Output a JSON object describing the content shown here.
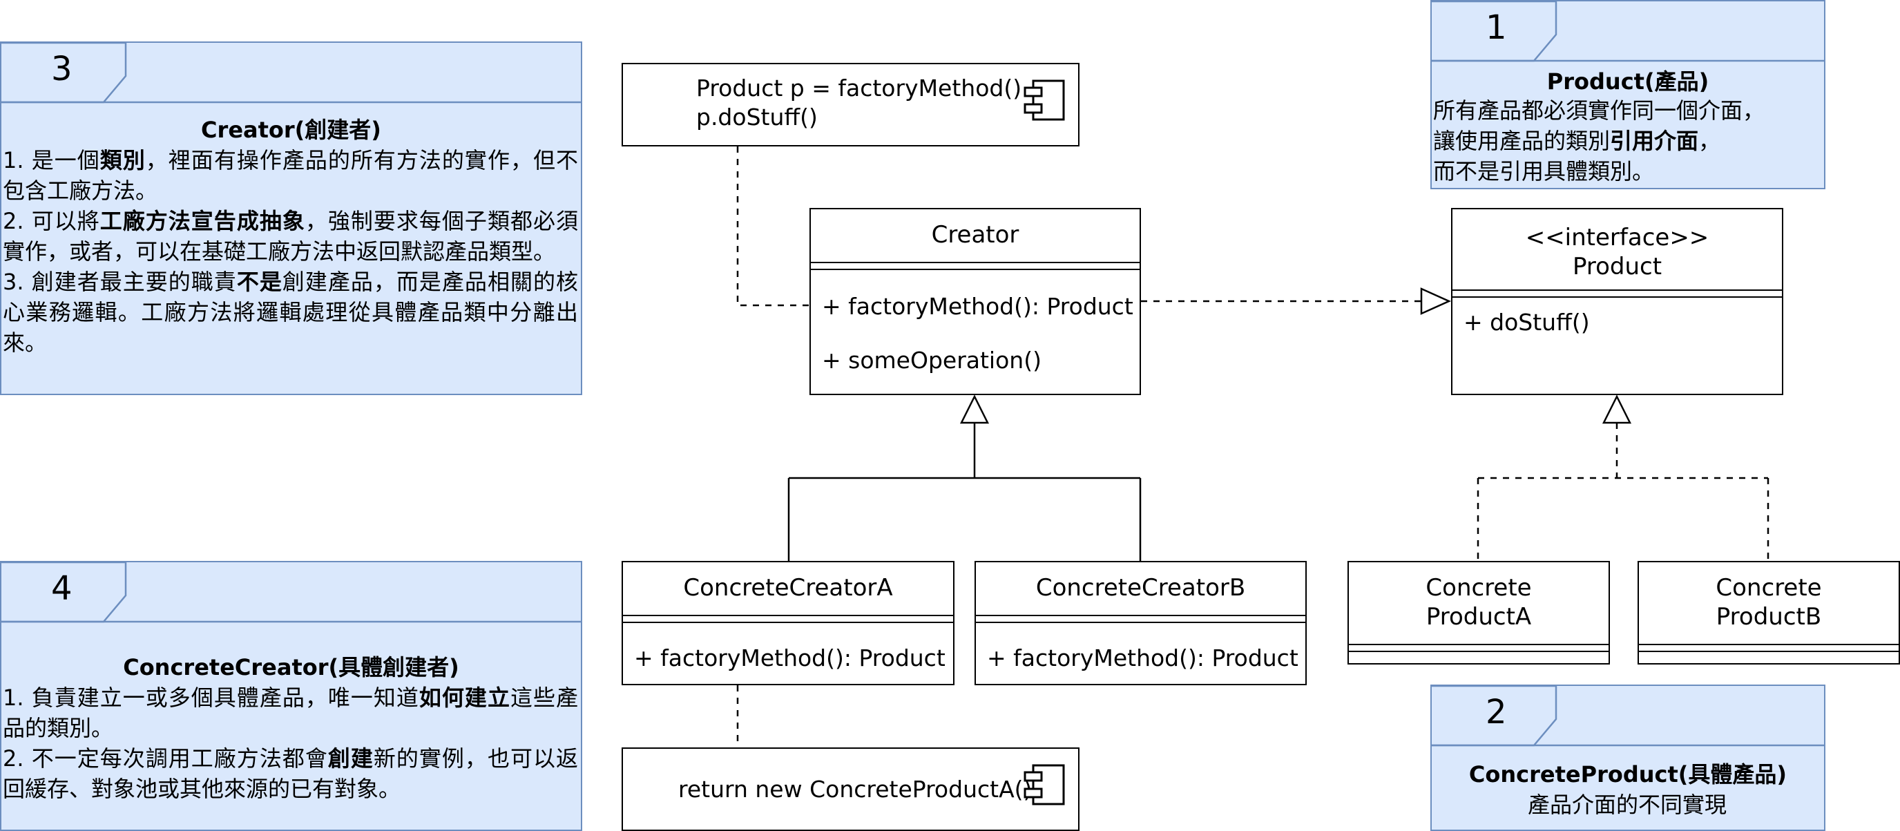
{
  "notes": {
    "n1": {
      "number": "1",
      "title": "Product(產品)",
      "lines": [
        "所有產品都必須實作同一個介面，",
        "讓使用產品的類別",
        "引用介面",
        "，",
        "而不是引用具體類別。"
      ]
    },
    "n2": {
      "number": "2",
      "title": "ConcreteProduct(具體產品)",
      "line": "產品介面的不同實現"
    },
    "n3": {
      "number": "3",
      "title": "Creator(創建者)",
      "p1a": "1. 是一個",
      "p1b": "類別",
      "p1c": "，裡面有操作產品的所有方法的實作，但不包含工廠方法。",
      "p2a": "2. 可以將",
      "p2b": "工廠方法宣告成抽象",
      "p2c": "，強制要求每個子類都必須實作，或者，可以在基礎工廠方法中返回默認產品類型。",
      "p3a": "3. 創建者最主要的職責",
      "p3b": "不是",
      "p3c": "創建產品，而是產品相關的核心業務邏輯。工廠方法將邏輯處理從具體產品類中分離出來。"
    },
    "n4": {
      "number": "4",
      "title": "ConcreteCreator(具體創建者)",
      "p1a": "1. 負責建立一或多個具體產品，唯一知道",
      "p1b": "如何建立",
      "p1c": "這些產品的類別。",
      "p2a": "2. 不一定每次調用工廠方法都會",
      "p2b": "創建",
      "p2c": "新的實例，也可以返回緩存、對象池或其他來源的已有對象。"
    }
  },
  "code_blocks": {
    "top": {
      "line1": "Product p = factoryMethod()",
      "line2": "p.doStuff()"
    },
    "bottom": {
      "line1": "return new ConcreteProductA()"
    }
  },
  "classes": {
    "creator": {
      "name": "Creator",
      "methods": [
        "+ factoryMethod(): Product",
        "+ someOperation()"
      ]
    },
    "product": {
      "stereotype": "<<interface>>",
      "name": "Product",
      "methods": [
        "+ doStuff()"
      ]
    },
    "concrete_creator_a": {
      "name": "ConcreteCreatorA",
      "methods": [
        "+ factoryMethod(): Product"
      ]
    },
    "concrete_creator_b": {
      "name": "ConcreteCreatorB",
      "methods": [
        "+ factoryMethod(): Product"
      ]
    },
    "concrete_product_a": {
      "line1": "Concrete",
      "line2": "ProductA"
    },
    "concrete_product_b": {
      "line1": "Concrete",
      "line2": "ProductB"
    }
  },
  "colors": {
    "note_fill": "#dae8fc",
    "note_border": "#6c8ebf",
    "line": "#000000"
  }
}
